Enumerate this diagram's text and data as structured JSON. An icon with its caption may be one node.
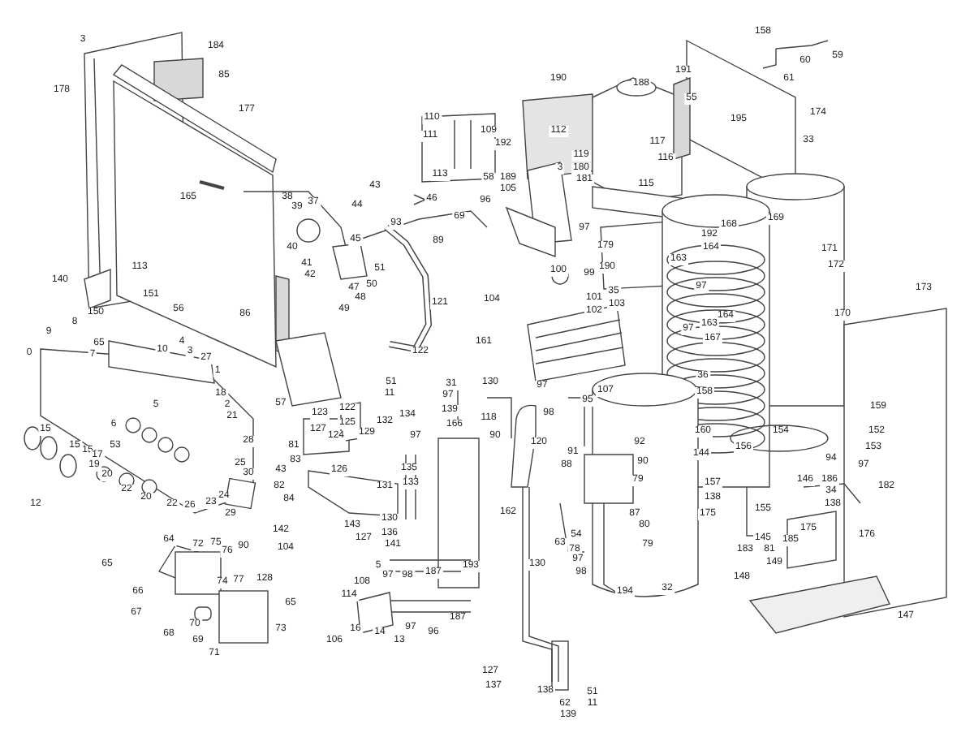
{
  "diagram": {
    "labels": [
      "3",
      "184",
      "85",
      "178",
      "177",
      "158",
      "60",
      "59",
      "191",
      "61",
      "55",
      "195",
      "174",
      "33",
      "190",
      "188",
      "110",
      "111",
      "109",
      "192",
      "112",
      "119",
      "3",
      "180",
      "181",
      "113",
      "58",
      "189",
      "105",
      "96",
      "43",
      "46",
      "44",
      "117",
      "116",
      "115",
      "165",
      "38",
      "39",
      "37",
      "93",
      "69",
      "45",
      "89",
      "51",
      "50",
      "40",
      "41",
      "42",
      "47",
      "48",
      "49",
      "121",
      "97",
      "179",
      "190",
      "100",
      "99",
      "35",
      "101",
      "103",
      "102",
      "104",
      "168",
      "169",
      "192",
      "164",
      "163",
      "97",
      "171",
      "172",
      "164",
      "97",
      "163",
      "167",
      "170",
      "173",
      "140",
      "113",
      "151",
      "150",
      "56",
      "86",
      "122",
      "161",
      "8",
      "9",
      "0",
      "65",
      "7",
      "10",
      "4",
      "3",
      "27",
      "1",
      "36",
      "158",
      "57",
      "123",
      "51",
      "11",
      "31",
      "130",
      "97",
      "97",
      "107",
      "95",
      "18",
      "2",
      "21",
      "5",
      "6",
      "127",
      "122",
      "125",
      "129",
      "132",
      "134",
      "98",
      "139",
      "118",
      "166",
      "92",
      "159",
      "28",
      "15",
      "15",
      "15",
      "53",
      "17",
      "19",
      "20",
      "124",
      "97",
      "90",
      "120",
      "91",
      "88",
      "90",
      "160",
      "154",
      "152",
      "81",
      "83",
      "25",
      "30",
      "43",
      "82",
      "84",
      "126",
      "135",
      "131",
      "133",
      "79",
      "156",
      "144",
      "94",
      "97",
      "153",
      "22",
      "20",
      "22",
      "26",
      "23",
      "24",
      "29",
      "12",
      "162",
      "87",
      "80",
      "157",
      "146",
      "186",
      "34",
      "182",
      "138",
      "175",
      "155",
      "138",
      "65",
      "64",
      "72",
      "75",
      "76",
      "90",
      "142",
      "104",
      "143",
      "127",
      "130",
      "136",
      "141",
      "130",
      "63",
      "54",
      "78",
      "97",
      "98",
      "79",
      "183",
      "145",
      "81",
      "149",
      "185",
      "175",
      "176",
      "74",
      "77",
      "128",
      "5",
      "97",
      "98",
      "187",
      "193",
      "32",
      "148",
      "66",
      "65",
      "108",
      "114",
      "194",
      "67",
      "70",
      "16",
      "14",
      "13",
      "97",
      "96",
      "187",
      "68",
      "73",
      "69",
      "106",
      "147",
      "71",
      "127",
      "137",
      "138",
      "51",
      "62",
      "11",
      "139"
    ]
  }
}
